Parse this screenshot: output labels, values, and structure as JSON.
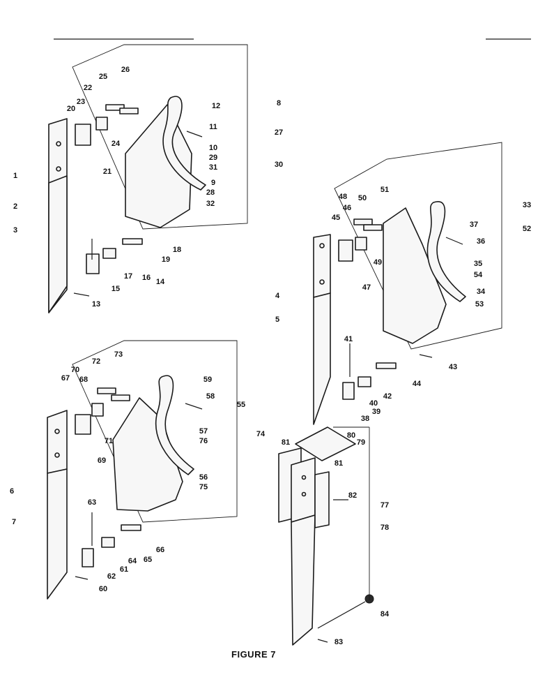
{
  "figure": {
    "caption": "FIGURE 7"
  },
  "callouts": [
    "1",
    "2",
    "3",
    "4",
    "5",
    "6",
    "7",
    "8",
    "9",
    "10",
    "11",
    "12",
    "13",
    "14",
    "15",
    "16",
    "17",
    "18",
    "19",
    "20",
    "21",
    "22",
    "23",
    "24",
    "25",
    "26",
    "27",
    "28",
    "29",
    "30",
    "31",
    "32",
    "33",
    "34",
    "35",
    "36",
    "37",
    "38",
    "39",
    "40",
    "41",
    "42",
    "43",
    "44",
    "45",
    "46",
    "47",
    "48",
    "49",
    "50",
    "51",
    "52",
    "53",
    "54",
    "55",
    "56",
    "57",
    "58",
    "59",
    "60",
    "61",
    "62",
    "63",
    "64",
    "65",
    "66",
    "67",
    "68",
    "69",
    "70",
    "71",
    "72",
    "73",
    "74",
    "75",
    "76",
    "77",
    "78",
    "79",
    "80",
    "81",
    "82",
    "83",
    "84"
  ]
}
